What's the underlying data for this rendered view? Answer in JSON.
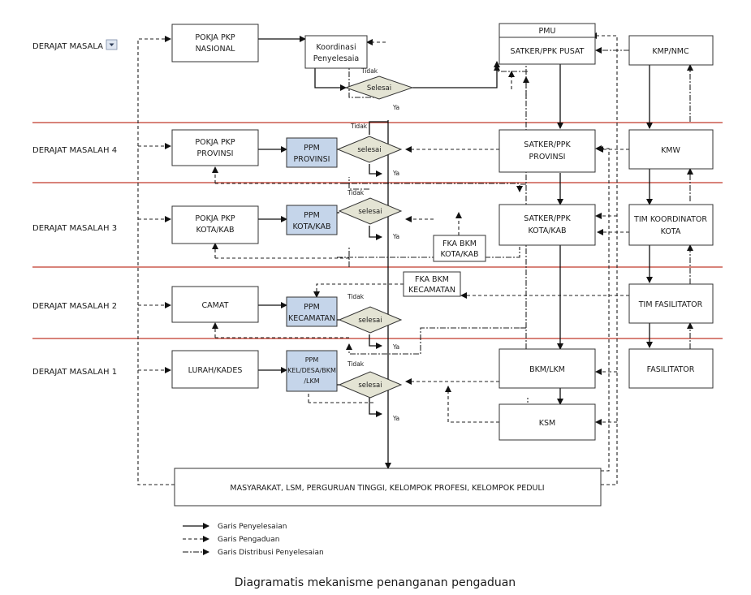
{
  "levels": {
    "l5": "DERAJAT MASALA",
    "l4": "DERAJAT MASALAH 4",
    "l3": "DERAJAT MASALAH 3",
    "l2": "DERAJAT MASALAH 2",
    "l1": "DERAJAT MASALAH 1"
  },
  "boxes": {
    "pokja_nas": [
      "POKJA PKP",
      "NASIONAL"
    ],
    "koordinasi": [
      "Koordinasi",
      "Penyelesaia"
    ],
    "pmu": "PMU",
    "satker_pusat": "SATKER/PPK PUSAT",
    "kmp": "KMP/NMC",
    "pokja_prov": [
      "POKJA PKP",
      "PROVINSI"
    ],
    "ppm_prov": [
      "PPM",
      "PROVINSI"
    ],
    "satker_prov": [
      "SATKER/PPK",
      "PROVINSI"
    ],
    "kmw": "KMW",
    "pokja_kota": [
      "POKJA PKP",
      "KOTA/KAB"
    ],
    "ppm_kota": [
      "PPM",
      "KOTA/KAB"
    ],
    "fka_kota": [
      "FKA BKM",
      "KOTA/KAB"
    ],
    "satker_kota": [
      "SATKER/PPK",
      "KOTA/KAB"
    ],
    "tim_koor": [
      "TIM KOORDINATOR",
      "KOTA"
    ],
    "fka_kec": [
      "FKA BKM",
      "KECAMATAN"
    ],
    "camat": "CAMAT",
    "ppm_kec": [
      "PPM",
      "KECAMATAN"
    ],
    "tim_fas": "TIM FASILITATOR",
    "lurah": "LURAH/KADES",
    "ppm_kel": [
      "PPM",
      "KEL/DESA/BKM",
      "/LKM"
    ],
    "bkm": "BKM/LKM",
    "fasilitator": "FASILITATOR",
    "ksm": "KSM",
    "masyarakat": "MASYARAKAT, LSM, PERGURUAN TINGGI, KELOMPOK PROFESI, KELOMPOK PEDULI"
  },
  "diamonds": {
    "d5": "Selesai",
    "d4": "selesai",
    "d3": "selesai",
    "d2": "selesai",
    "d1": "selesai"
  },
  "flow_labels": {
    "tidak": "Tidak",
    "ya": "Ya"
  },
  "legend": {
    "solid": "Garis Penyelesaian",
    "dashed": "Garis Pengaduan",
    "dashdot": "Garis Distribusi Penyelesaian"
  },
  "caption": "Diagramatis mekanisme penanganan pengaduan",
  "colors": {
    "separator": "#c0392b",
    "ppm_fill": "#c5d5ea",
    "diamond_fill": "#e4e4d4"
  }
}
